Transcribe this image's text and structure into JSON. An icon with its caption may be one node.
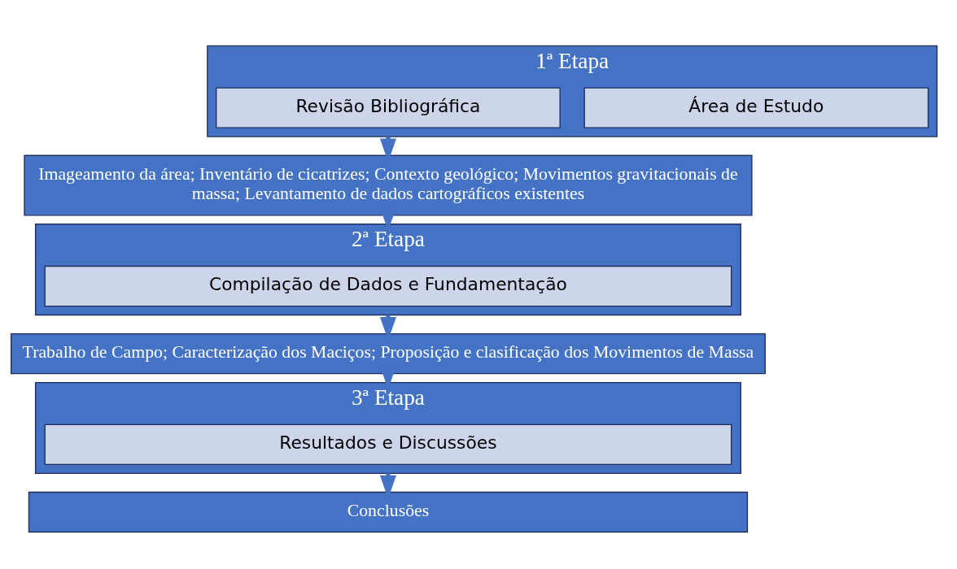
{
  "diagram": {
    "nodes": [
      {
        "text": [
          "1ª Etapa"
        ]
      },
      {
        "text": [
          "Área de Estudo"
        ],
        "in": 0
      },
      {
        "text": [
          "Revisão Bibliográfica"
        ],
        "in": 0
      },
      {
        "text": [
          "Imageamento da área; Inventário de cicatrizes; Contexto geológico; Movimentos gravitacionais de massa; Levantamento de dados cartográficos existentes"
        ]
      },
      {
        "text": [
          "2ª Etapa"
        ]
      },
      {
        "text": [
          "Compilação de Dados e Fundamentação"
        ],
        "in": 4
      },
      {
        "text": [
          "Trabalho de Campo; Caracterização dos Maciços; Proposição e clasificação dos Movimentos de Massa"
        ]
      },
      {
        "text": [
          "3ª Etapa"
        ]
      },
      {
        "text": [
          "Resultados e Discussões"
        ],
        "in": 7
      },
      {
        "text": [
          "Conclusões"
        ]
      }
    ],
    "edges": [
      {
        "from": 0,
        "to": 3,
        "arrow": "to"
      },
      {
        "from": 3,
        "to": 4,
        "arrow": "to"
      },
      {
        "from": 4,
        "to": 6,
        "arrow": "to"
      },
      {
        "from": 6,
        "to": 7,
        "arrow": "to"
      },
      {
        "from": 7,
        "to": 9,
        "arrow": "to"
      }
    ]
  }
}
